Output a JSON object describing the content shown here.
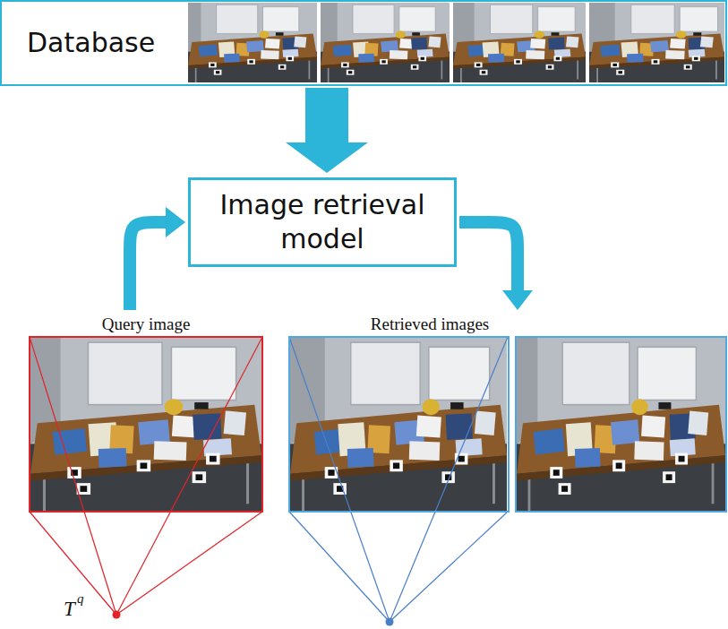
{
  "diagram": {
    "nodes": [
      {
        "text": [
          "Database"
        ]
      },
      {
        "text": [
          "Image retrieval model"
        ]
      },
      {
        "text": [
          "Query image"
        ]
      },
      {
        "text": [
          "Retrieved images"
        ]
      }
    ],
    "edges": [
      {
        "from": 0,
        "to": 1,
        "arrow": "to"
      },
      {
        "from": 2,
        "to": 1,
        "arrow": "to"
      },
      {
        "from": 1,
        "to": 3,
        "arrow": "to"
      }
    ],
    "labels": [
      "T",
      "q"
    ]
  }
}
